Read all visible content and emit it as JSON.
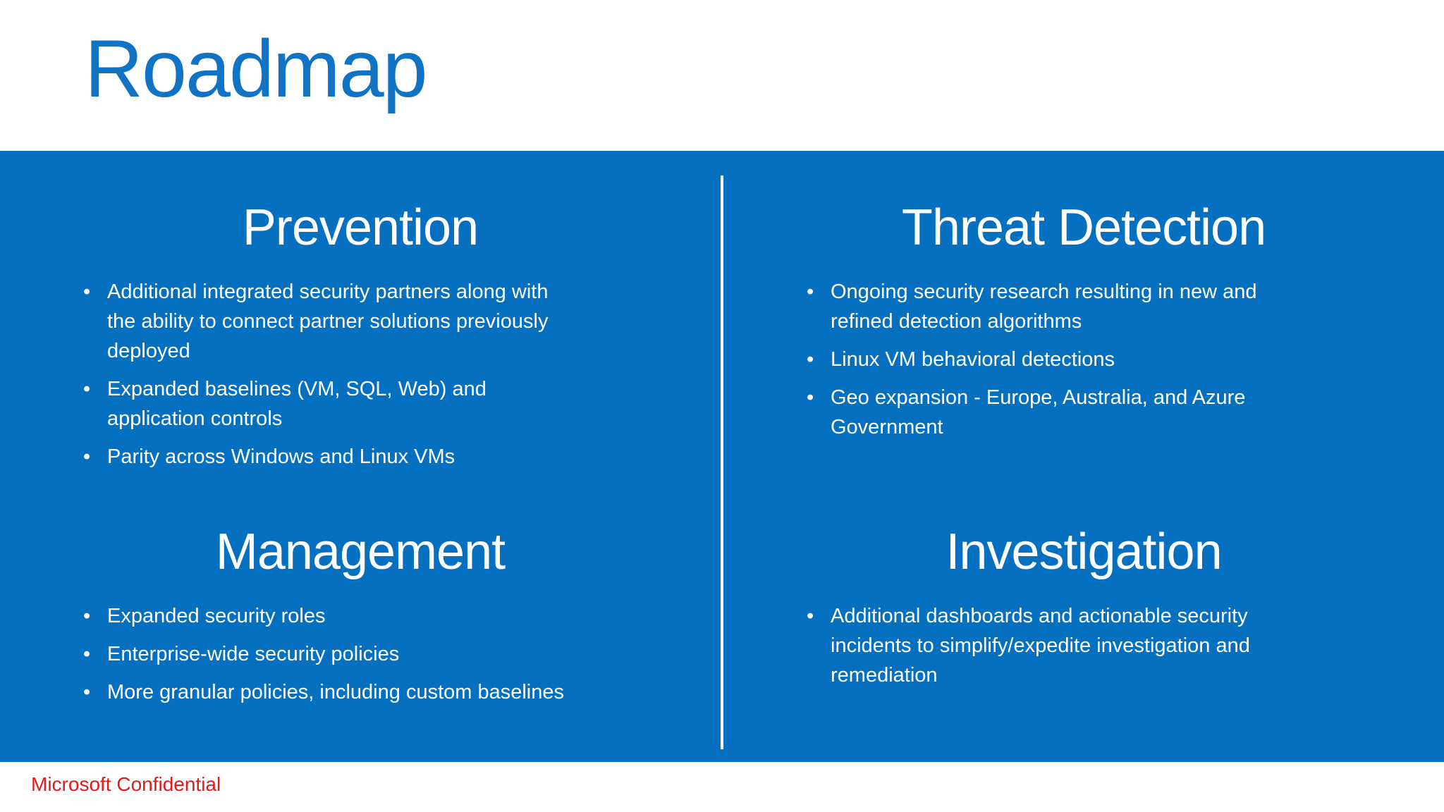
{
  "slide": {
    "title": "Roadmap",
    "footer": "Microsoft Confidential"
  },
  "colors": {
    "panel_blue": "#0670c0",
    "title_blue": "#1173c4",
    "footer_red": "#e01a1d",
    "body_text": "#ffffff",
    "background": "#ffffff"
  },
  "columns": [
    {
      "sections": [
        {
          "heading": "Prevention",
          "bullets": [
            "Additional integrated security partners along with\nthe ability to connect partner solutions previously\ndeployed",
            "Expanded baselines (VM, SQL, Web) and\napplication controls",
            "Parity across Windows and Linux VMs"
          ]
        },
        {
          "heading": "Management",
          "bullets": [
            "Expanded security roles",
            "Enterprise-wide security policies",
            "More granular policies, including custom baselines"
          ]
        }
      ]
    },
    {
      "sections": [
        {
          "heading": "Threat Detection",
          "bullets": [
            "Ongoing security research resulting in new and\nrefined detection algorithms",
            "Linux VM behavioral detections",
            "Geo expansion - Europe, Australia, and Azure\nGovernment"
          ]
        },
        {
          "heading": "Investigation",
          "bullets": [
            "Additional dashboards and actionable security\nincidents to simplify/expedite investigation and\nremediation"
          ]
        }
      ]
    }
  ]
}
